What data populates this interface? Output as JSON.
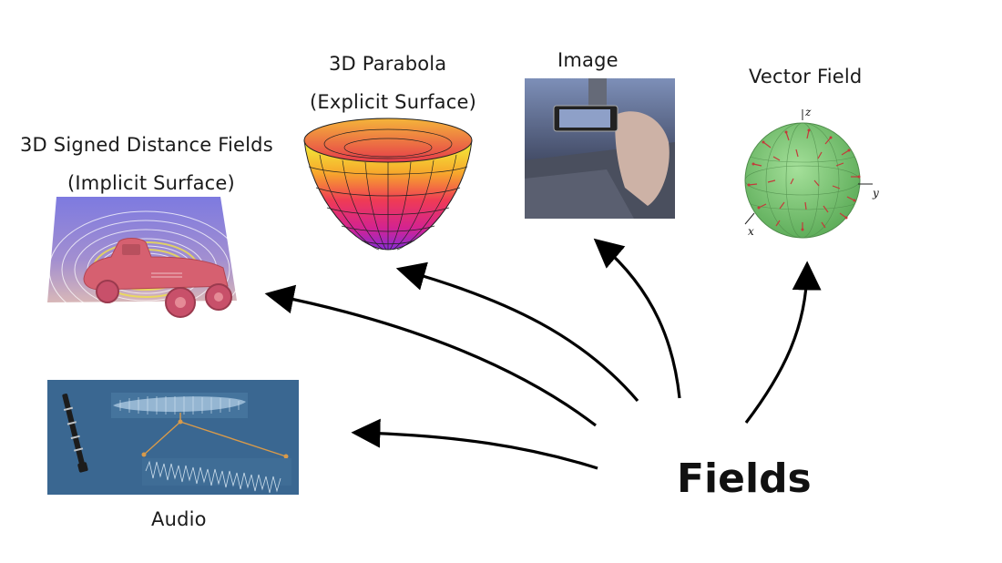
{
  "title": "Fields",
  "items": {
    "sdf": {
      "line1": "3D Signed Distance Fields",
      "line2": "(Implicit Surface)"
    },
    "parabola": {
      "line1": "3D Parabola",
      "line2": "(Explicit Surface)"
    },
    "image": {
      "label": "Image"
    },
    "vector": {
      "label": "Vector Field",
      "axis_z": "z",
      "axis_y": "y",
      "axis_x": "x"
    },
    "audio": {
      "label": "Audio"
    }
  },
  "colors": {
    "audio_bg": "#3a6791",
    "sphere": "#7cc878",
    "arrows": "#c43a3a",
    "photo_sky": "#4d5876",
    "contour_bg": "#8e86d8",
    "car": "#d85c6a"
  }
}
